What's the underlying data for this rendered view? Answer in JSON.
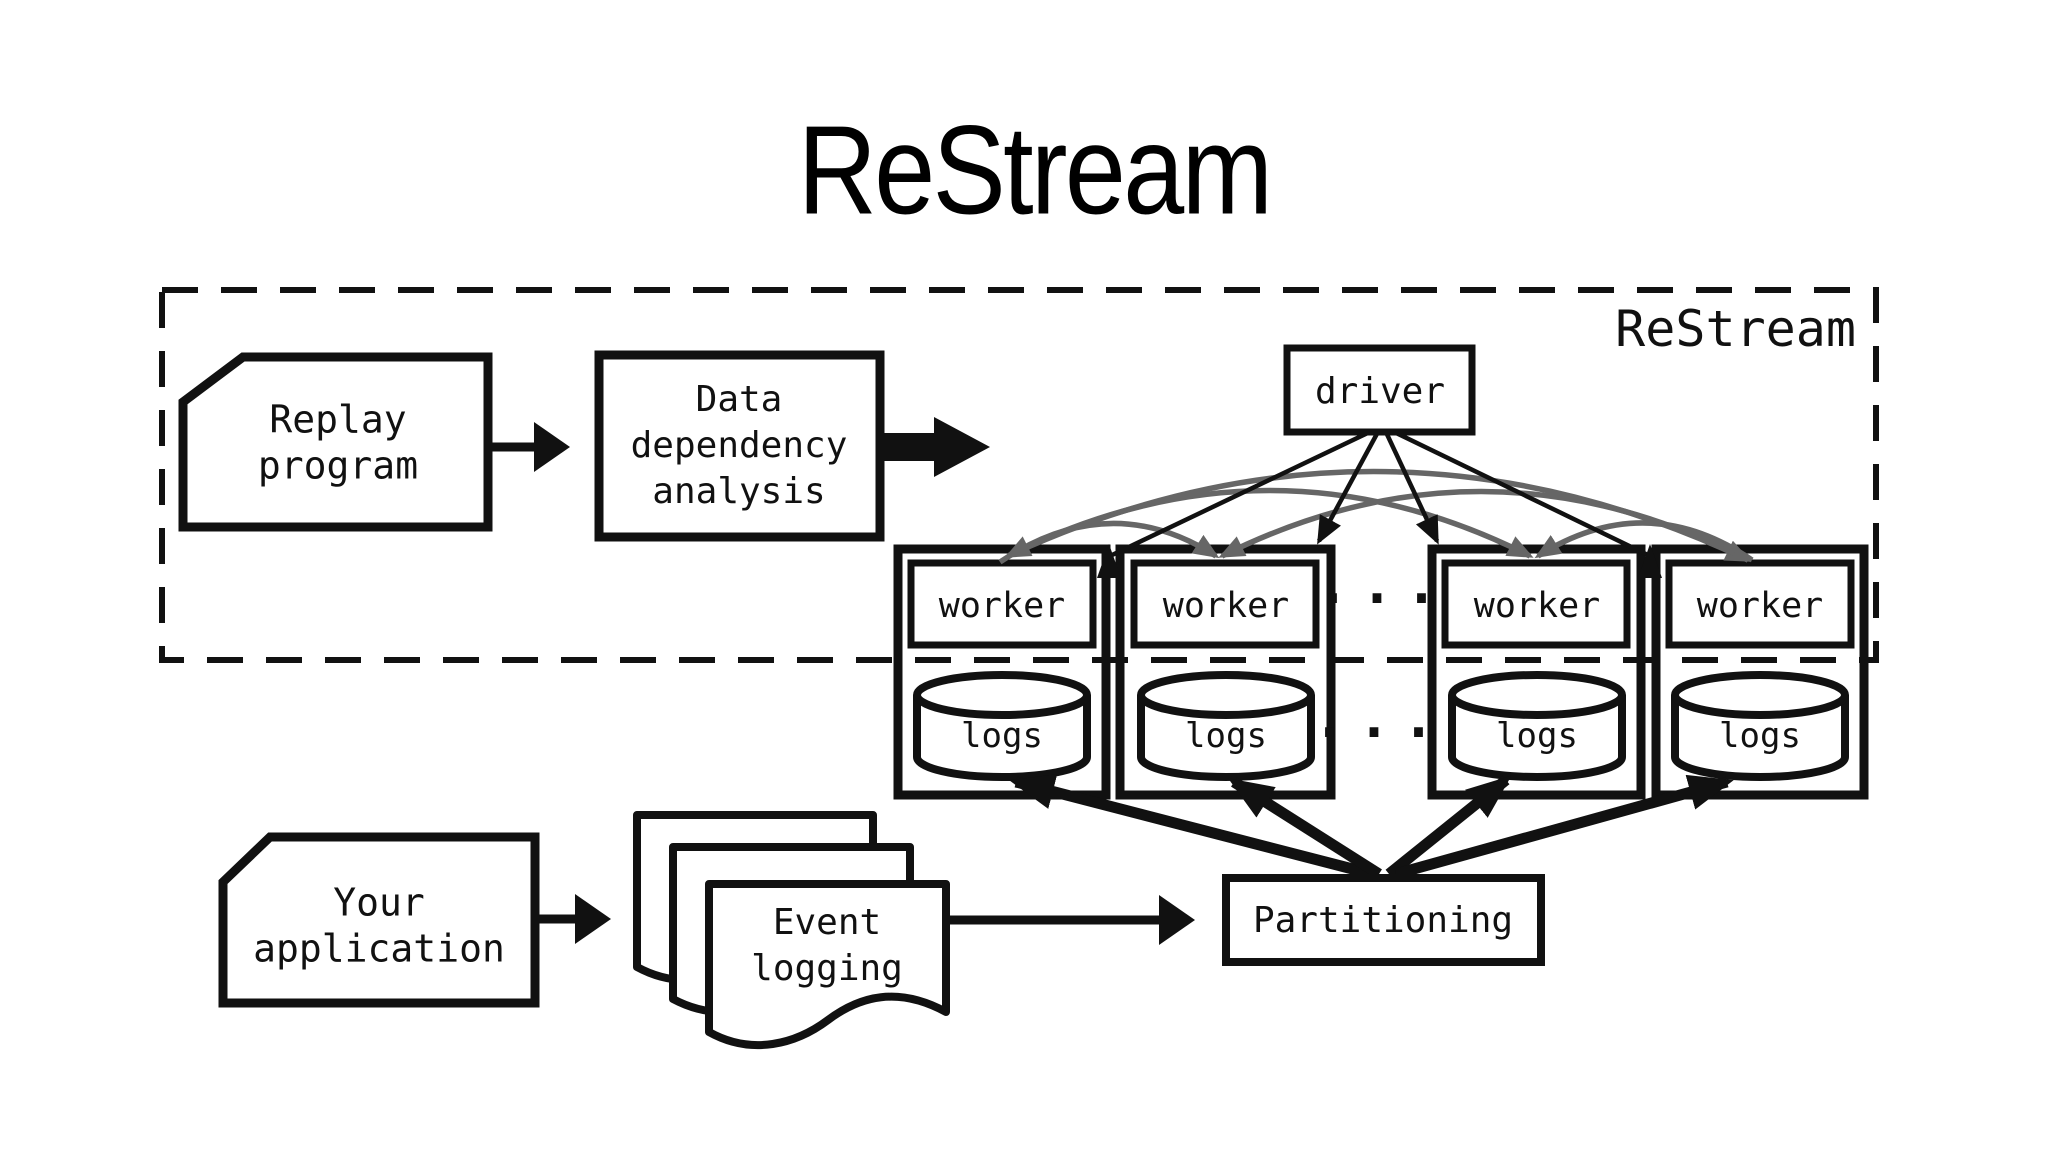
{
  "title": "ReStream",
  "frame": {
    "label": "ReStream"
  },
  "pipeline": {
    "replay": "Replay\nprogram",
    "analysis": "Data\ndependency\nanalysis"
  },
  "cluster": {
    "driver": "driver",
    "workers": [
      "worker",
      "worker",
      "worker",
      "worker"
    ],
    "logs": [
      "logs",
      "logs",
      "logs",
      "logs"
    ],
    "ellipsis": "..."
  },
  "flow": {
    "application": "Your\napplication",
    "event_logging": "Event\nlogging",
    "partitioning": "Partitioning"
  },
  "colors": {
    "ink": "#111111",
    "arc_gray": "#666666",
    "background": "#ffffff"
  }
}
